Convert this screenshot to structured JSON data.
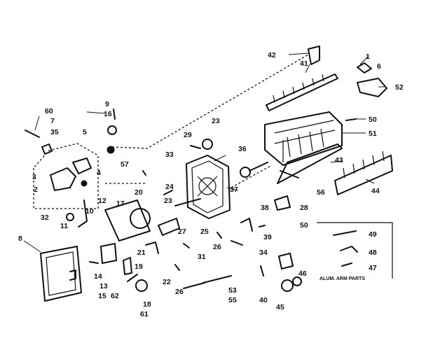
{
  "header_text": "",
  "inset_caption": "ALUM. ARM PARTS",
  "part_numbers": [
    "1",
    "2",
    "3",
    "4",
    "5",
    "6",
    "7",
    "8",
    "9",
    "10",
    "11",
    "12",
    "13",
    "14",
    "15",
    "16",
    "17",
    "18",
    "19",
    "20",
    "21",
    "22",
    "23",
    "23",
    "24",
    "25",
    "26",
    "26",
    "27",
    "28",
    "29",
    "31",
    "32",
    "33",
    "34",
    "35",
    "36",
    "37",
    "38",
    "39",
    "40",
    "41",
    "42",
    "43",
    "44",
    "45",
    "46",
    "47",
    "48",
    "49",
    "50",
    "50",
    "51",
    "52",
    "53",
    "55",
    "56",
    "57",
    "60",
    "61",
    "62"
  ]
}
